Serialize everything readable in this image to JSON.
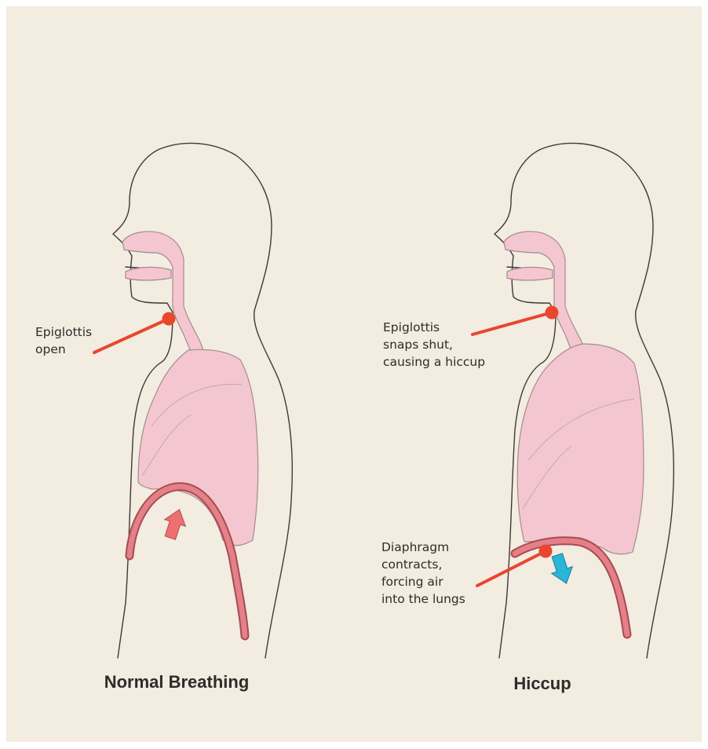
{
  "figures": [
    {
      "id": "normal",
      "caption": "Normal Breathing",
      "labels": [
        {
          "id": "epiglottis",
          "lines": [
            "Epiglottis",
            "open"
          ]
        }
      ],
      "arrow": {
        "direction": "up",
        "color": "#ee6f6f"
      }
    },
    {
      "id": "hiccup",
      "caption": "Hiccup",
      "labels": [
        {
          "id": "epiglottis",
          "lines": [
            "Epiglottis",
            "snaps shut,",
            "causing a hiccup"
          ]
        },
        {
          "id": "diaphragm",
          "lines": [
            "Diaphragm",
            "contracts,",
            "forcing air",
            "into the lungs"
          ]
        }
      ],
      "arrow": {
        "direction": "down",
        "color": "#29b5d8"
      }
    }
  ],
  "colors": {
    "background": "#f2ece1",
    "organ_pink": "#f4c7d0",
    "pointer_red": "#e8472e",
    "diaphragm_red": "#d9686e",
    "arrow_up": "#ee6f6f",
    "arrow_down": "#29b5d8"
  }
}
